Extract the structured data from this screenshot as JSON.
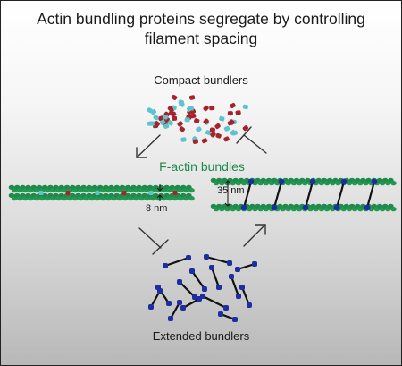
{
  "title": {
    "line1": "Actin bundling proteins segregate by controlling",
    "line2": "filament spacing"
  },
  "labels": {
    "compact_bundlers": "Compact bundlers",
    "factin_bundles": "F-actin bundles",
    "spacing_small": "8 nm",
    "spacing_large": "35 nm",
    "extended_bundlers": "Extended bundlers"
  },
  "colors": {
    "actin": "#1f8a4c",
    "compact_red": "#a5232c",
    "compact_cyan": "#5cc4cf",
    "extended_blue": "#1d2fa0",
    "arrow": "#333333"
  },
  "icons": {
    "arrows": [
      "arrow-down-left",
      "arrow-up-right"
    ],
    "inhibitors": [
      "inhibit-bar-top",
      "inhibit-bar-bottom"
    ]
  }
}
